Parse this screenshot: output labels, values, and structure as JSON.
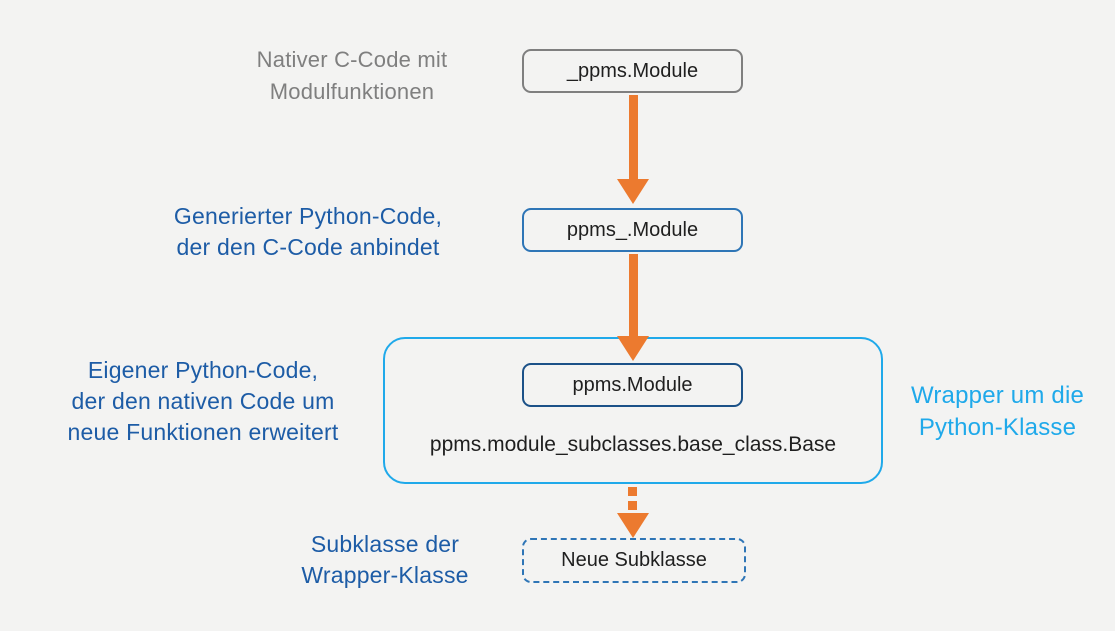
{
  "colors": {
    "background": "#f3f3f2",
    "gray_text": "#7f7f7f",
    "dark_blue_text": "#1d5ca6",
    "medium_blue_border": "#2e75b6",
    "navy_border": "#1b5188",
    "cyan_accent": "#1fa9ea",
    "arrow_orange": "#ec7a2f",
    "box_text": "#1f1f1f"
  },
  "nodes": {
    "native_module": {
      "label": "_ppms.Module"
    },
    "generated_module": {
      "label": "ppms_.Module"
    },
    "wrapper_module": {
      "label": "ppms.Module"
    },
    "base_class_path": {
      "label": "ppms.module_subclasses.base_class.Base"
    },
    "new_subclass": {
      "label": "Neue Subklasse"
    }
  },
  "annotations": {
    "native_c": {
      "line1": "Nativer C-Code mit",
      "line2": "Modulfunktionen"
    },
    "generated_python": {
      "line1": "Generierter Python-Code,",
      "line2": "der den C-Code anbindet"
    },
    "own_python": {
      "line1": "Eigener Python-Code,",
      "line2": "der den nativen Code um",
      "line3": "neue Funktionen erweitert"
    },
    "wrapper": {
      "line1": "Wrapper um die",
      "line2": "Python-Klasse"
    },
    "subclass": {
      "line1": "Subklasse der",
      "line2": "Wrapper-Klasse"
    }
  }
}
